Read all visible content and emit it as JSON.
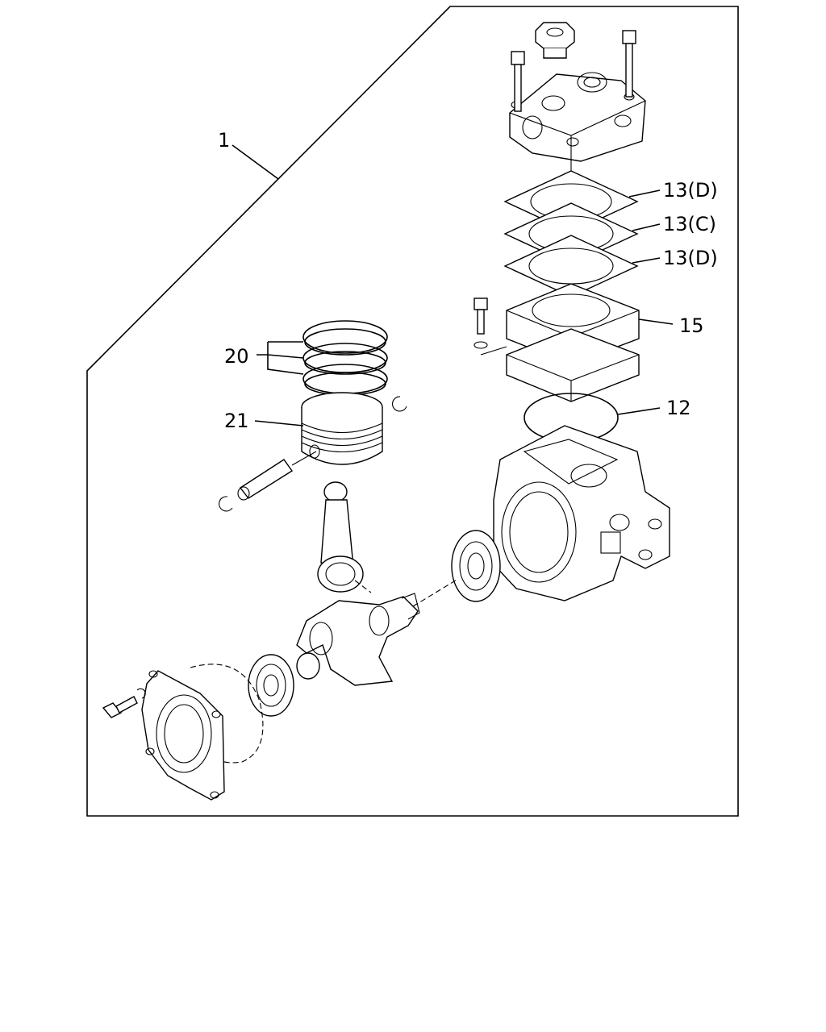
{
  "callouts": {
    "assembly": "1",
    "gasket_top": "13(D)",
    "gasket_mid": "13(C)",
    "gasket_bottom": "13(D)",
    "spacer_plate": "15",
    "o_ring": "12",
    "piston_rings": "20",
    "piston": "21"
  }
}
